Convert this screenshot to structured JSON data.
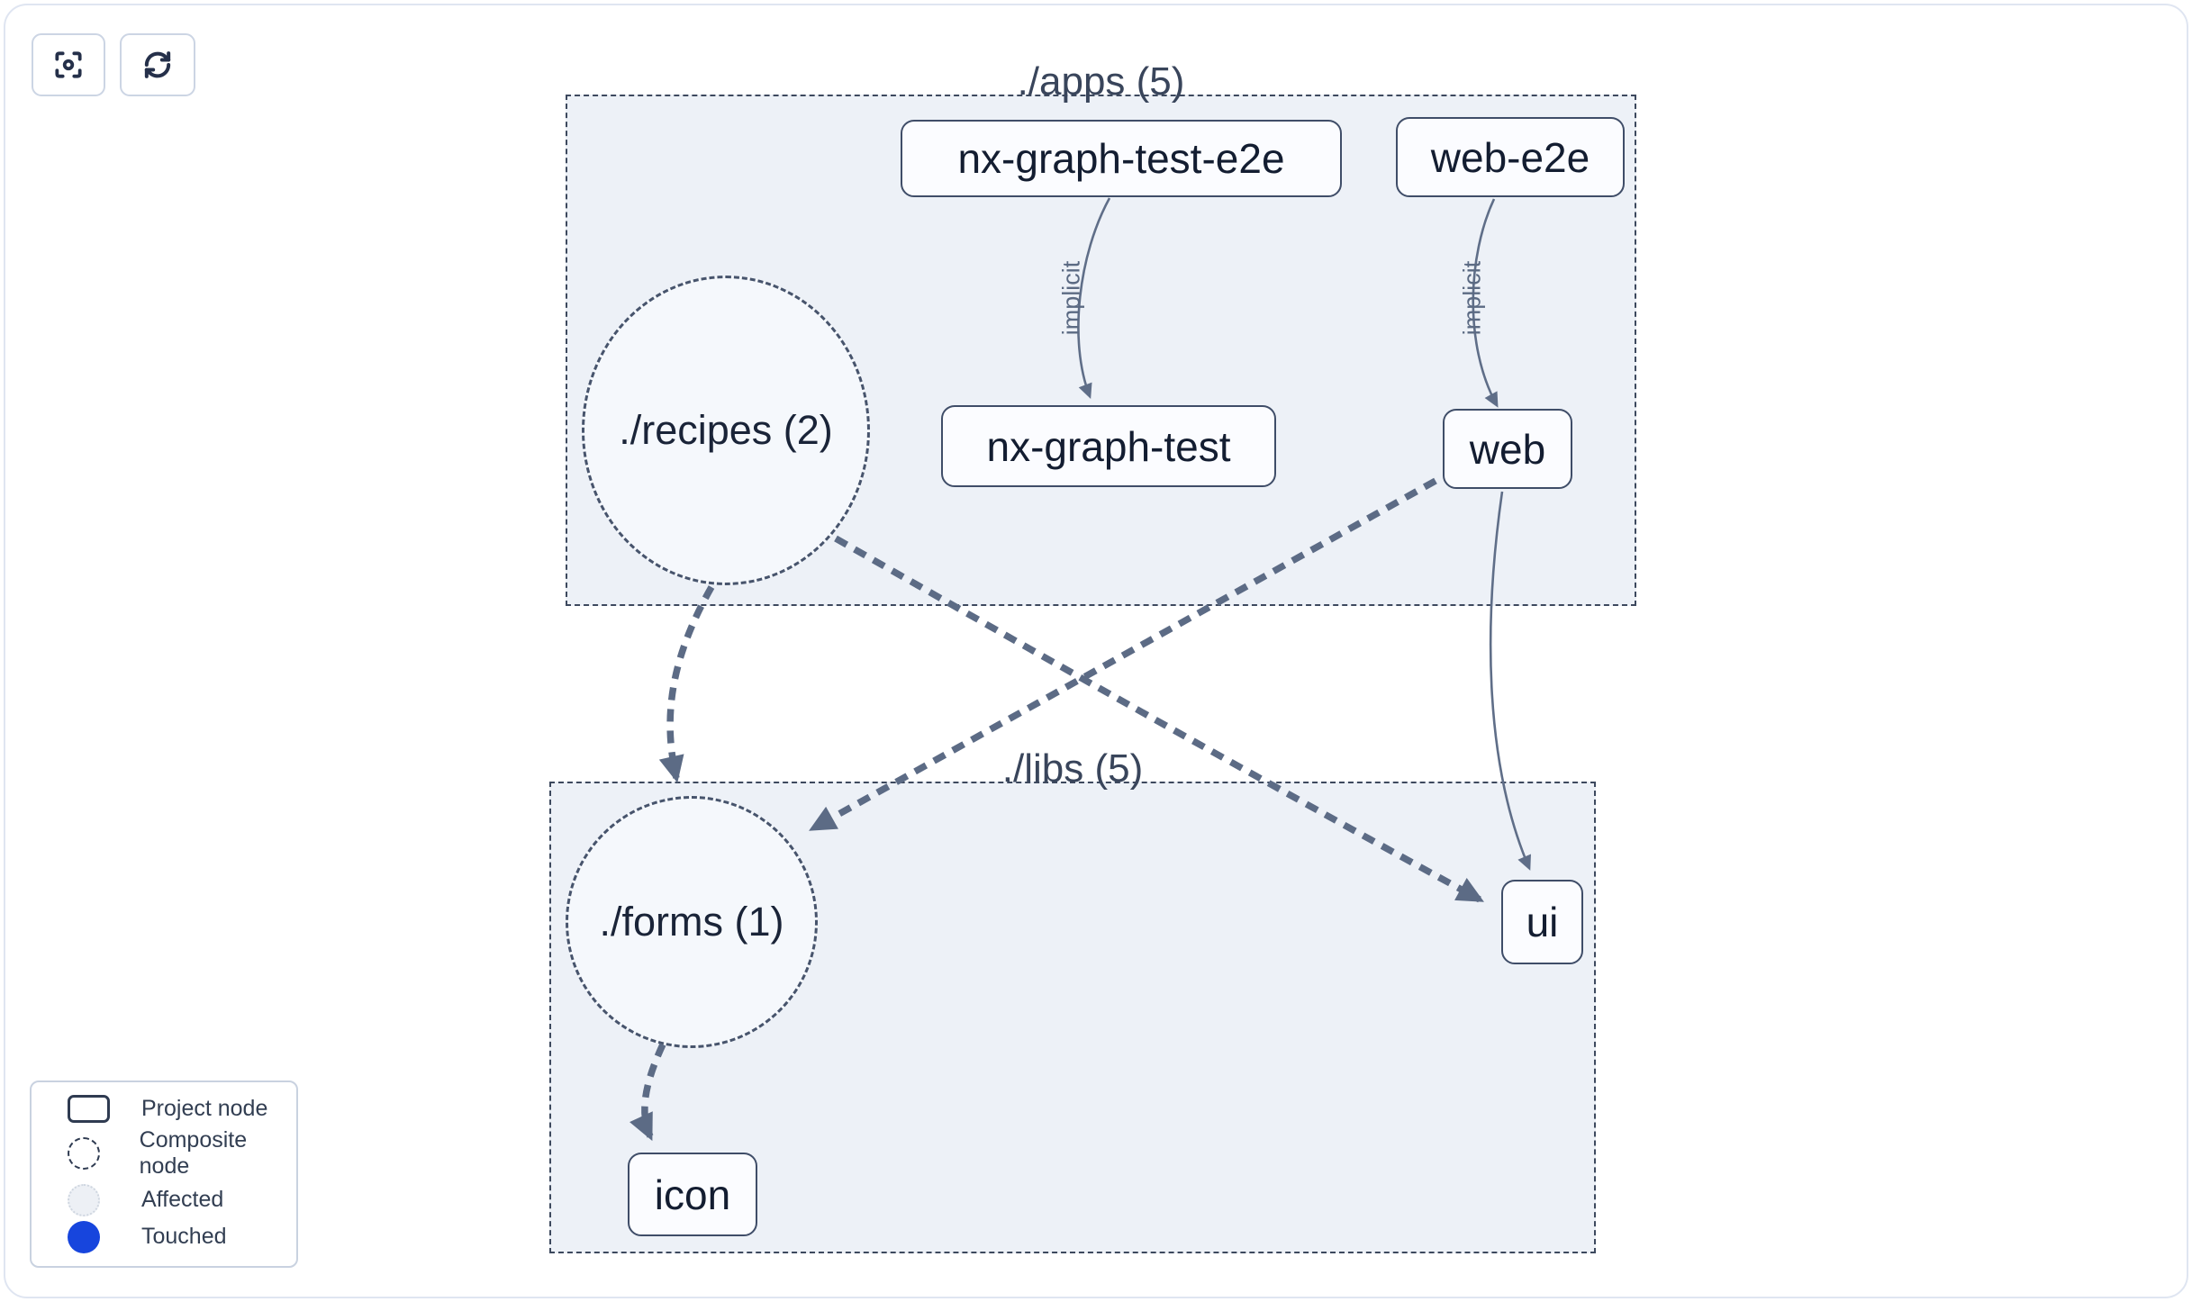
{
  "toolbar": {
    "buttons": [
      {
        "id": "focus",
        "icon": "focus-center-icon"
      },
      {
        "id": "refresh",
        "icon": "refresh-icon"
      }
    ]
  },
  "graph": {
    "containers": [
      {
        "id": "apps",
        "label": "./apps (5)"
      },
      {
        "id": "libs",
        "label": "./libs (5)"
      }
    ],
    "composite_nodes": [
      {
        "id": "recipes",
        "label": "./recipes (2)"
      },
      {
        "id": "forms",
        "label": "./forms (1)"
      }
    ],
    "project_nodes": [
      {
        "id": "nx-graph-test-e2e",
        "label": "nx-graph-test-e2e"
      },
      {
        "id": "web-e2e",
        "label": "web-e2e"
      },
      {
        "id": "nx-graph-test",
        "label": "nx-graph-test"
      },
      {
        "id": "web",
        "label": "web"
      },
      {
        "id": "ui",
        "label": "ui"
      },
      {
        "id": "icon",
        "label": "icon"
      }
    ],
    "edges": [
      {
        "source": "nx-graph-test-e2e",
        "target": "nx-graph-test",
        "label": "implicit",
        "style": "solid-thin"
      },
      {
        "source": "web-e2e",
        "target": "web",
        "label": "implicit",
        "style": "solid-thin"
      },
      {
        "source": "recipes",
        "target": "forms",
        "label": "",
        "style": "dashed-thick"
      },
      {
        "source": "recipes",
        "target": "ui",
        "label": "",
        "style": "dashed-thick"
      },
      {
        "source": "web",
        "target": "forms",
        "label": "",
        "style": "dashed-thick"
      },
      {
        "source": "web",
        "target": "ui",
        "label": "",
        "style": "solid-thin"
      },
      {
        "source": "forms",
        "target": "icon",
        "label": "",
        "style": "dashed-thick"
      }
    ]
  },
  "legend": {
    "items": [
      {
        "label": "Project node",
        "swatch": "project"
      },
      {
        "label": "Composite node",
        "swatch": "composite"
      },
      {
        "label": "Affected",
        "swatch": "affected"
      },
      {
        "label": "Touched",
        "swatch": "touched"
      }
    ]
  },
  "colors": {
    "canvas_border": "#dfe5f1",
    "container_fill": "#edf1f7",
    "edge": "#5c6b85",
    "touched_blue": "#1745dd",
    "affected_fill": "#edf0f5"
  }
}
